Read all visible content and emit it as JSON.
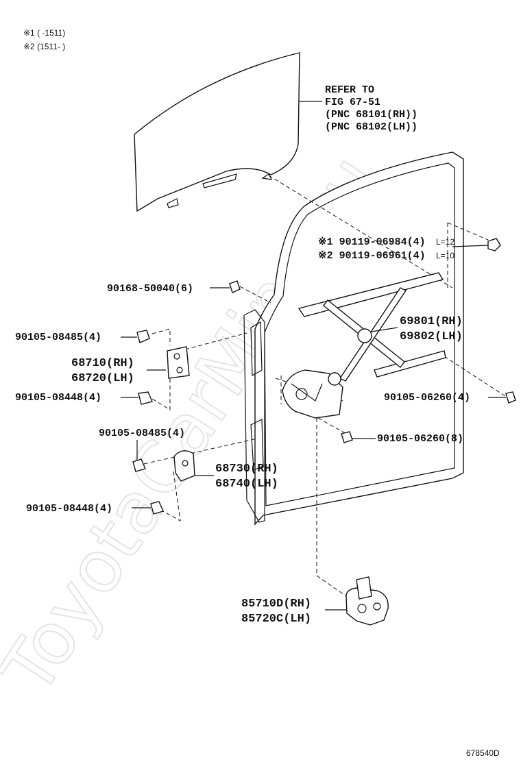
{
  "watermark": "ToyotaCarMine.ru",
  "notes": {
    "note1": "※1 (      -1511)",
    "note2": "※2 (1511-      )"
  },
  "glass_reference": {
    "line1": "REFER TO",
    "line2": "FIG 67-51",
    "line3": "(PNC 68101(RH))",
    "line4": "(PNC 68102(LH))"
  },
  "callouts": {
    "bolt_glass_1": "※1 90119-06984(4)",
    "bolt_glass_1_note": "L=12",
    "bolt_glass_2": "※2 90119-06961(4)",
    "bolt_glass_2_note": "L=10",
    "clip_trim": "90168-50040(6)",
    "regulator_rh": "69801(RH)",
    "regulator_lh": "69802(LH)",
    "upper_hinge_bolt_a": "90105-08485(4)",
    "upper_hinge_rh": "68710(RH)",
    "upper_hinge_lh": "68720(LH)",
    "upper_hinge_bolt_b": "90105-08448(4)",
    "regulator_rail_bolt": "90105-06260(4)",
    "lower_hinge_bolt_a": "90105-08485(4)",
    "regulator_bolt": "90105-06260(8)",
    "lower_hinge_rh": "68730(RH)",
    "lower_hinge_lh": "68740(LH)",
    "lower_hinge_bolt_b": "90105-08448(4)",
    "motor_rh": "85710D(RH)",
    "motor_lh": "85720C(LH)"
  },
  "figure_id": "678540D"
}
